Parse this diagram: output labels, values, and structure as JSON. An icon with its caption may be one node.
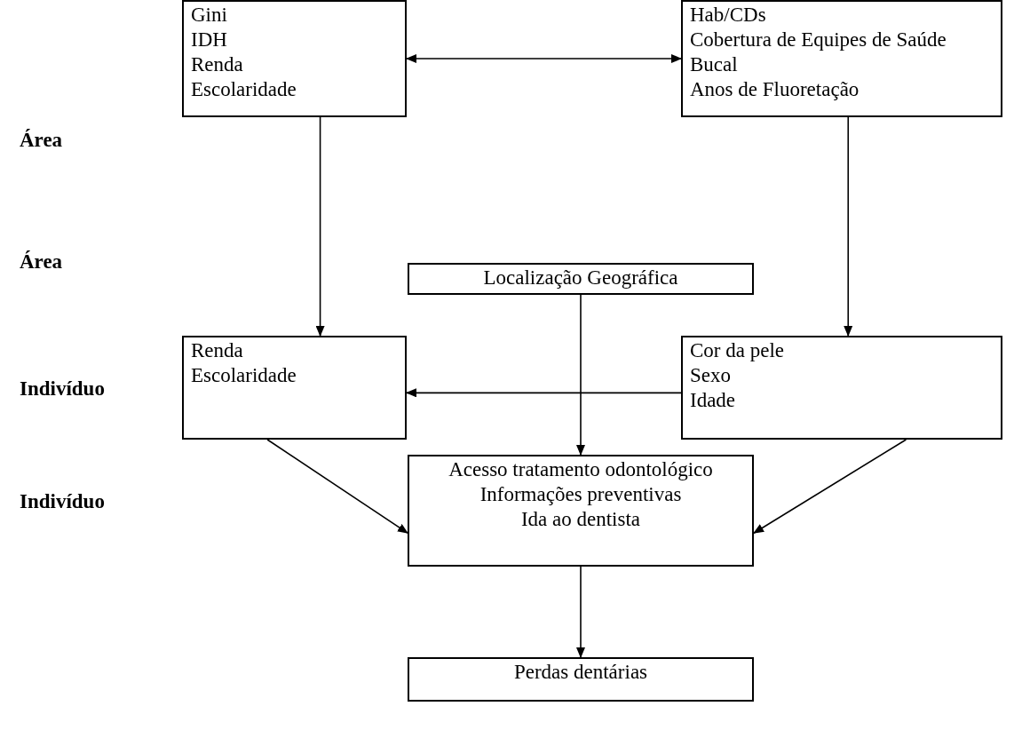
{
  "diagram": {
    "nodes": [
      {
        "text": [
          "Gini",
          "IDH",
          "Renda",
          "Escolaridade"
        ]
      },
      {
        "text": [
          "Hab/CDs",
          "Cobertura de Equipes de Saúde Bucal",
          "Anos de Fluoretação"
        ]
      },
      {
        "text": [
          "Localização Geográfica"
        ]
      },
      {
        "text": [
          "Renda",
          "Escolaridade"
        ]
      },
      {
        "text": [
          "Cor da pele",
          "Sexo",
          "Idade"
        ]
      },
      {
        "text": [
          "Acesso tratamento odontológico",
          "Informações preventivas",
          "Ida ao dentista"
        ]
      },
      {
        "text": [
          "Perdas dentárias"
        ]
      }
    ],
    "edges": [
      {
        "from": 0,
        "to": 1,
        "arrow": "both"
      },
      {
        "from": 0,
        "to": 3,
        "arrow": "to"
      },
      {
        "from": 1,
        "to": 4,
        "arrow": "to"
      },
      {
        "from": 2,
        "to": 5,
        "arrow": "to"
      },
      {
        "from": 4,
        "to": 3,
        "arrow": "to"
      },
      {
        "from": 3,
        "to": 5,
        "arrow": "to"
      },
      {
        "from": 4,
        "to": 5,
        "arrow": "to"
      },
      {
        "from": 5,
        "to": 6,
        "arrow": "to"
      }
    ],
    "labels": [
      "Área",
      "Área",
      "Indivíduo",
      "Indivíduo"
    ]
  }
}
